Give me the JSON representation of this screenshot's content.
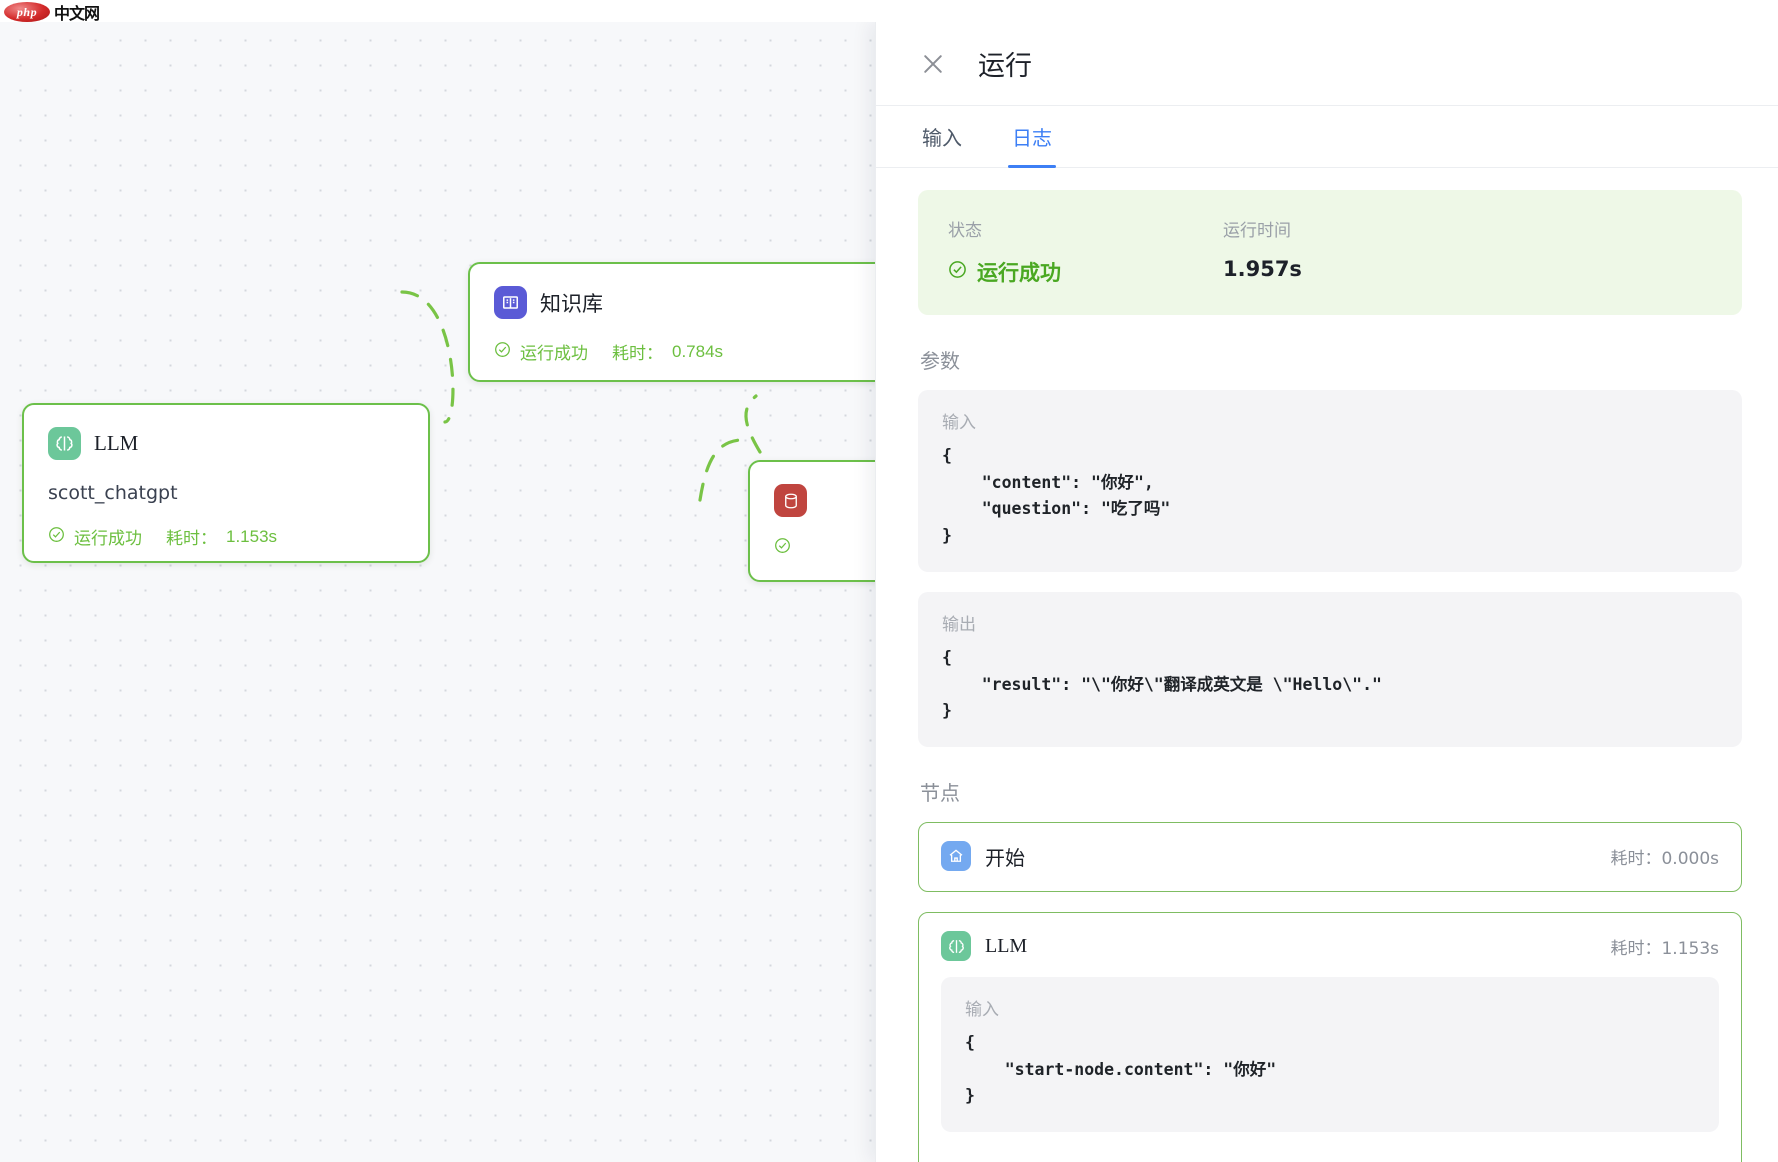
{
  "watermark": {
    "badge": "php",
    "text": "中文网",
    "name": "php-chinese-logo"
  },
  "canvas": {
    "nodes": [
      {
        "id": "llm",
        "icon": "brain-icon",
        "title": "LLM",
        "subtitle": "scott_chatgpt",
        "status": "运行成功",
        "duration_label": "耗时：",
        "duration": "1.153s",
        "accent": "#6cc79a"
      },
      {
        "id": "knowledge-base",
        "icon": "book-icon",
        "title": "知识库",
        "subtitle": "",
        "status": "运行成功",
        "duration_label": "耗时：",
        "duration": "0.784s",
        "accent": "#5a5ad6"
      },
      {
        "id": "hidden-node",
        "icon": "database-icon",
        "title": "",
        "subtitle": "",
        "status": "",
        "duration_label": "",
        "duration": "",
        "accent": "#c0453f"
      }
    ]
  },
  "panel": {
    "title": "运行",
    "close_icon": "close-icon",
    "tabs": [
      {
        "label": "输入",
        "active": false
      },
      {
        "label": "日志",
        "active": true
      }
    ],
    "status_card": {
      "state_label": "状态",
      "state_value": "运行成功",
      "time_label": "运行时间",
      "time_value": "1.957s",
      "accent": "#4aa822",
      "background": "#eef8e7"
    },
    "params": {
      "section_label": "参数",
      "input": {
        "label": "输入",
        "code": "{\n    \"content\": \"你好\",\n    \"question\": \"吃了吗\"\n}"
      },
      "output": {
        "label": "输出",
        "code": "{\n    \"result\": \"\\\"你好\\\"翻译成英文是 \\\"Hello\\\".\"\n}"
      }
    },
    "nodes": {
      "section_label": "节点",
      "items": [
        {
          "icon": "home-icon",
          "icon_color": "#74a9f0",
          "title": "开始",
          "duration_label": "耗时：",
          "duration": "0.000s",
          "input_label": "",
          "input_code": ""
        },
        {
          "icon": "brain-icon",
          "icon_color": "#6cc79a",
          "title": "LLM",
          "duration_label": "耗时：",
          "duration": "1.153s",
          "input_label": "输入",
          "input_code": "{\n    \"start-node.content\": \"你好\"\n}"
        }
      ]
    }
  }
}
